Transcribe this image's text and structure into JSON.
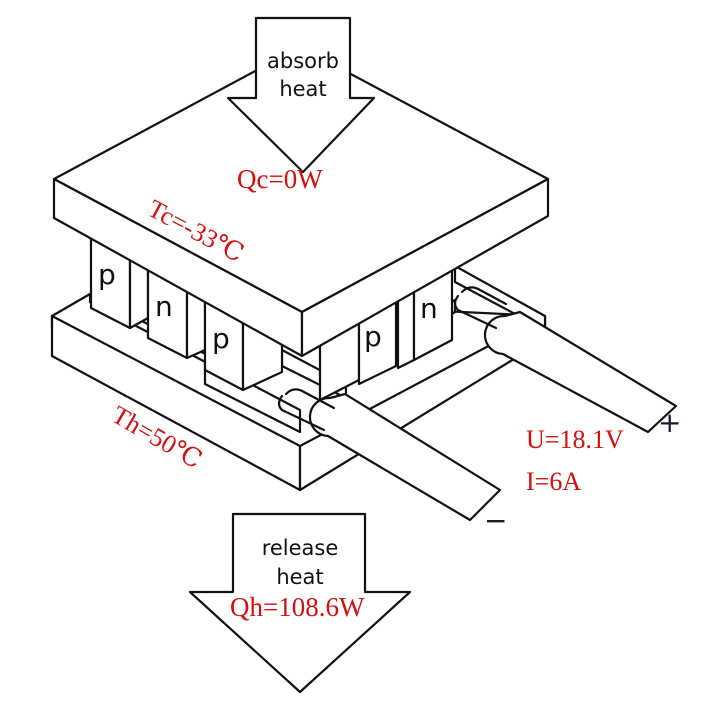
{
  "title": "Thermoelectric (Peltier) module operating diagram",
  "colors": {
    "annotation": "#d40f0f",
    "line": "#111111",
    "background": "#ffffff"
  },
  "arrows": {
    "absorb": {
      "line1": "absorb",
      "line2": "heat",
      "value": "Qc=0W"
    },
    "release": {
      "line1": "release",
      "line2": "heat",
      "value": "Qh=108.6W"
    }
  },
  "temperatures": {
    "cold_side": "Tc=-33℃",
    "hot_side": "Th=50℃"
  },
  "electrical": {
    "voltage": "U=18.1V",
    "current": "I=6A",
    "positive_terminal": "+",
    "negative_terminal": "−"
  },
  "legs": [
    {
      "id": "leg-1",
      "type": "p"
    },
    {
      "id": "leg-2",
      "type": "n"
    },
    {
      "id": "leg-3",
      "type": "p"
    },
    {
      "id": "leg-4",
      "type": "p"
    },
    {
      "id": "leg-5",
      "type": "n"
    }
  ]
}
